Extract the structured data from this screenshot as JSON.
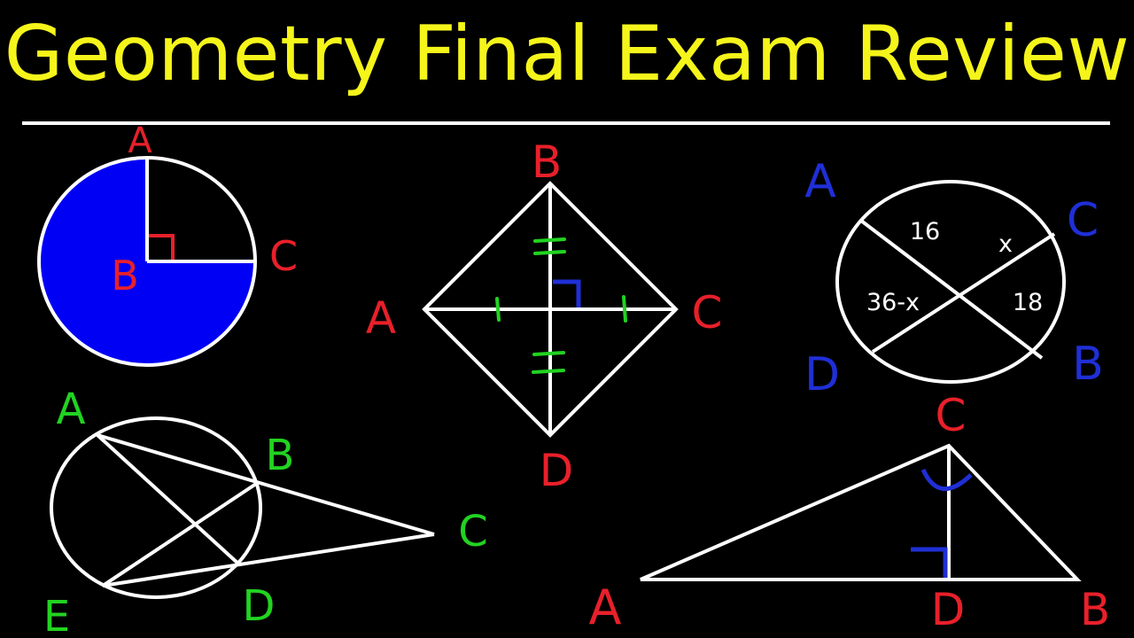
{
  "title": "Geometry Final Exam Review",
  "colors": {
    "background": "#000000",
    "title": "#f5f51b",
    "lines": "#ffffff",
    "red": "#e8202a",
    "blue": "#1f2fd6",
    "green": "#22d321",
    "sector_fill": "#0000f5"
  },
  "fig1": {
    "labels": [
      "A",
      "B",
      "C"
    ]
  },
  "fig2": {
    "labels": [
      "B",
      "A",
      "C",
      "D"
    ]
  },
  "fig3": {
    "labels": [
      "A",
      "C",
      "D",
      "B"
    ],
    "segments": [
      "16",
      "x",
      "36-x",
      "18"
    ]
  },
  "fig4": {
    "labels": [
      "A",
      "B",
      "C",
      "E",
      "D"
    ]
  },
  "fig5": {
    "labels": [
      "C",
      "A",
      "D",
      "B"
    ]
  }
}
